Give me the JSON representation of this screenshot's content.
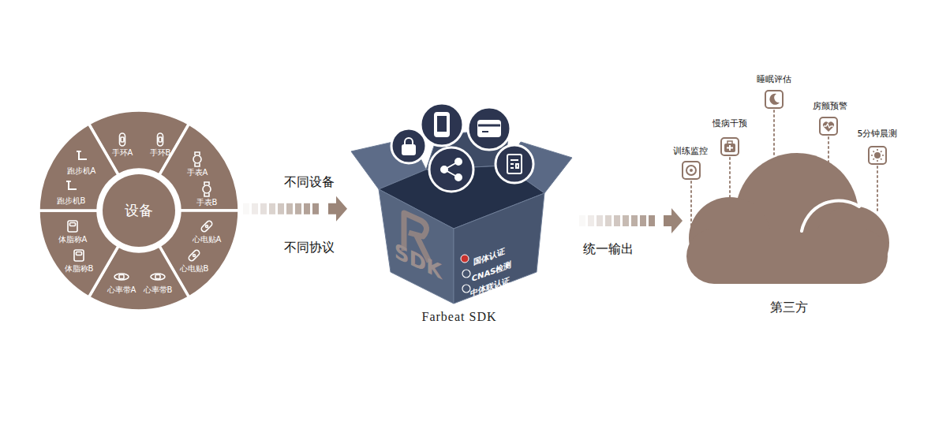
{
  "diagram": {
    "nodes": [
      {
        "text": [
          "设备"
        ]
      },
      {
        "text": [
          "手环A",
          "手环B"
        ],
        "in": 0
      },
      {
        "text": [
          "手表A",
          "手表B"
        ],
        "in": 0
      },
      {
        "text": [
          "心电贴A",
          "心电贴B"
        ],
        "in": 0
      },
      {
        "text": [
          "心率带A",
          "心率带B"
        ],
        "in": 0
      },
      {
        "text": [
          "体脂称A",
          "体脂称B"
        ],
        "in": 0
      },
      {
        "text": [
          "跑步机A",
          "跑步机B"
        ],
        "in": 0
      },
      {
        "text": [
          "SDK",
          "国体认证",
          "CNAS检测",
          "中体联认证",
          "Farbeat SDK"
        ]
      },
      {
        "text": [
          "第三方"
        ]
      }
    ],
    "edges": [
      {
        "from": 0,
        "to": 7,
        "arrow": "to",
        "label": "不同设备"
      },
      {
        "from": 7,
        "to": 8,
        "arrow": "to",
        "label": "统一输出"
      }
    ],
    "labels": [
      "不同协议",
      "训练监控",
      "慢病干预",
      "睡眠评估",
      "房颤预警",
      "5分钟晨测"
    ]
  }
}
